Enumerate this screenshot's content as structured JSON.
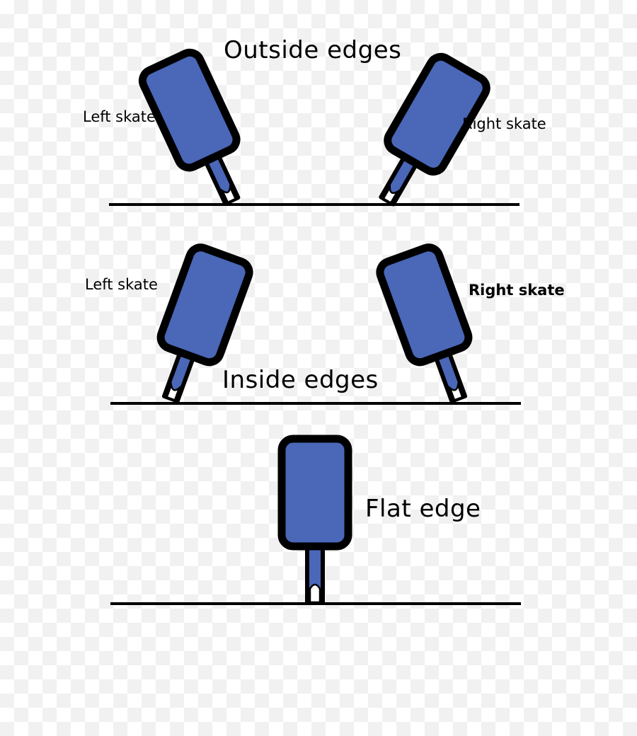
{
  "sections": [
    {
      "id": "outside",
      "title": "Outside edges",
      "left_label": "Left skate",
      "right_label": "Right skate"
    },
    {
      "id": "inside",
      "title": "Inside edges",
      "left_label": "Left skate",
      "right_label": "Right skate"
    },
    {
      "id": "flat",
      "title": "Flat edge"
    }
  ],
  "colors": {
    "boot": "#4a67b8",
    "outline": "#000000",
    "background_check": "#f1f1f1"
  }
}
